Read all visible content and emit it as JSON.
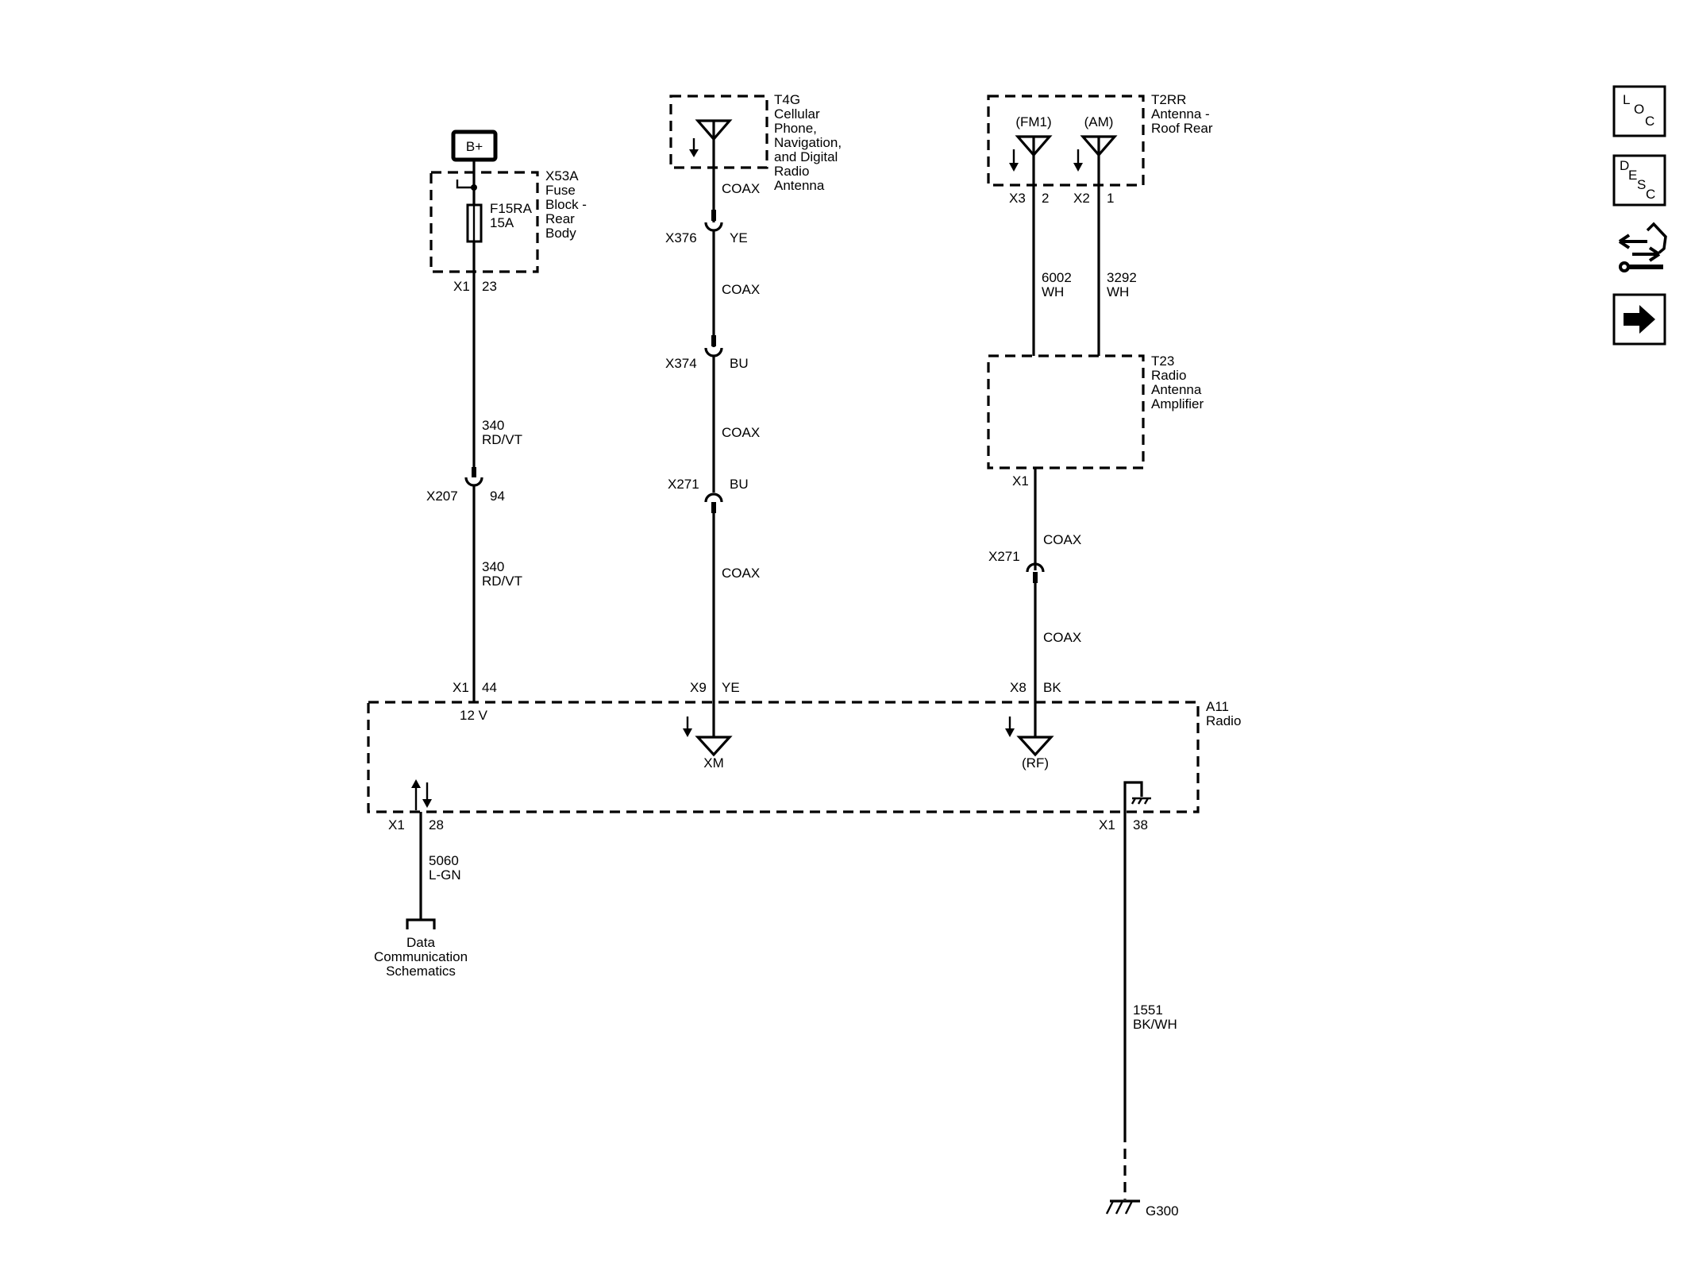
{
  "battery": {
    "label": "B+"
  },
  "fuse_block": {
    "ref": "X53A",
    "name_lines": [
      "Fuse",
      "Block -",
      "Rear",
      "Body"
    ],
    "fuse_id": "F15RA",
    "fuse_rating": "15A",
    "connector": "X1",
    "pin": "23"
  },
  "cellular_antenna": {
    "ref": "T4G",
    "name_lines": [
      "Cellular",
      "Phone,",
      "Navigation,",
      "and Digital",
      "Radio",
      "Antenna"
    ]
  },
  "roof_antenna": {
    "ref": "T2RR",
    "name_lines": [
      "Antenna -",
      "Roof Rear"
    ],
    "fm_label": "(FM1)",
    "am_label": "(AM)",
    "fm_connector": "X3",
    "fm_pin": "2",
    "am_connector": "X2",
    "am_pin": "1"
  },
  "amplifier": {
    "ref": "T23",
    "name_lines": [
      "Radio",
      "Antenna",
      "Amplifier"
    ],
    "connector": "X1"
  },
  "radio": {
    "ref": "A11",
    "name": "Radio",
    "power_connector": "X1",
    "power_pin": "44",
    "power_voltage": "12 V",
    "xm_connector": "X9",
    "xm_color": "YE",
    "xm_label": "XM",
    "rf_connector": "X8",
    "rf_color": "BK",
    "rf_label": "(RF)",
    "data_connector": "X1",
    "data_pin": "28",
    "ground_connector": "X1",
    "ground_pin": "38"
  },
  "wires": {
    "power_upper": {
      "circuit": "340",
      "color": "RD/VT"
    },
    "power_lower": {
      "circuit": "340",
      "color": "RD/VT"
    },
    "fm_lead": {
      "circuit": "6002",
      "color": "WH"
    },
    "am_lead": {
      "circuit": "3292",
      "color": "WH"
    },
    "data": {
      "circuit": "5060",
      "color": "L-GN"
    },
    "ground": {
      "circuit": "1551",
      "color": "BK/WH"
    },
    "coax": "COAX"
  },
  "inline_connectors": {
    "x207": {
      "ref": "X207",
      "pin": "94"
    },
    "x376": {
      "ref": "X376",
      "color": "YE"
    },
    "x374": {
      "ref": "X374",
      "color": "BU"
    },
    "x271_xm": {
      "ref": "X271",
      "color": "BU"
    },
    "x271_rf": {
      "ref": "X271"
    }
  },
  "data_link": {
    "lines": [
      "Data",
      "Communication",
      "Schematics"
    ]
  },
  "ground_point": {
    "ref": "G300"
  },
  "sidebar": {
    "loc": {
      "letters": [
        "L",
        "O",
        "C"
      ],
      "icon": "location-icon"
    },
    "desc": {
      "letters": [
        "D",
        "E",
        "S",
        "C"
      ],
      "icon": "description-icon"
    },
    "connector_icon": "connector-wrench-icon",
    "next_icon": "arrow-right-icon"
  }
}
